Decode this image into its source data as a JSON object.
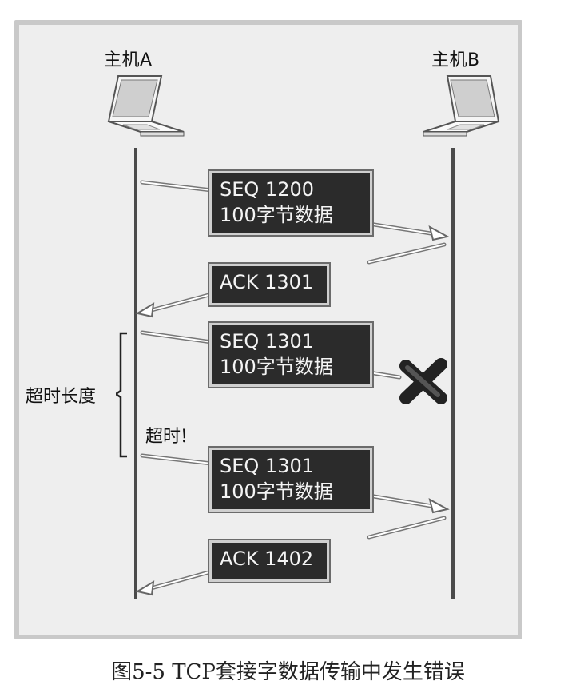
{
  "hosts": {
    "a": "主机A",
    "b": "主机B"
  },
  "messages": [
    {
      "line1": "SEQ 1200",
      "line2": "100字节数据"
    },
    {
      "line1": "ACK 1301"
    },
    {
      "line1": "SEQ 1301",
      "line2": "100字节数据"
    },
    {
      "line1": "SEQ 1301",
      "line2": "100字节数据"
    },
    {
      "line1": "ACK 1402"
    }
  ],
  "timeout_length": "超时长度",
  "timeout": "超时!",
  "caption": "图5-5   TCP套接字数据传输中发生错误",
  "colors": {
    "frame": "#eeeeee",
    "box": "#2b2b2b",
    "lost": "#2b2b2b"
  },
  "icons": [
    "laptop-icon",
    "cross-icon"
  ]
}
